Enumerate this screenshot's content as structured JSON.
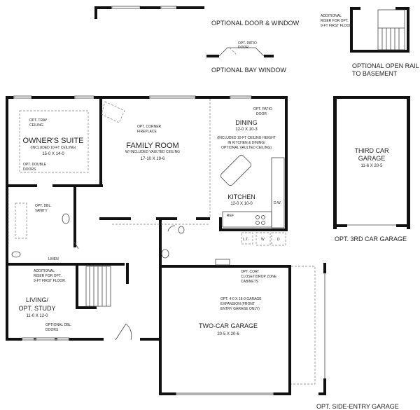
{
  "options": {
    "door_window": "OPTIONAL DOOR & WINDOW",
    "bay_window": "OPTIONAL BAY WINDOW",
    "bay_patio_note": [
      "OPT. PATIO",
      "DOOR"
    ],
    "open_rail": [
      "OPTIONAL OPEN RAIL",
      "TO BASEMENT"
    ],
    "riser_note": [
      "ADDITIONAL",
      "RISER FOR OPT.",
      "9-FT FIRST FLOOR"
    ],
    "third_garage_label": "OPT. 3RD CAR GARAGE",
    "side_entry_label": "OPT. SIDE-ENTRY GARAGE"
  },
  "rooms": {
    "owners_suite": {
      "name": "OWNER'S SUITE",
      "note": "(INCLUDED 10-FT CEILING)",
      "size": "15-0 X 14-0"
    },
    "family_room": {
      "name": "FAMILY ROOM",
      "note": "W/ INCLUDED VAULTED CEILING",
      "size": "17-10 X 19-6"
    },
    "dining": {
      "name": "DINING",
      "size": "12-0 X 10-3",
      "note": [
        "(INCLUDED 10-FT CEILING HEIGHT",
        "IN KITCHEN & DINING/",
        "OPTIONAL VAULTED CEILING)"
      ]
    },
    "kitchen": {
      "name": "KITCHEN",
      "size": "12-0 X 10-0"
    },
    "third_garage": {
      "name": [
        "THIRD CAR",
        "GARAGE"
      ],
      "size": "11-6 X 20-5"
    },
    "living": {
      "name": [
        "LIVING/",
        "OPT. STUDY"
      ],
      "size": "11-0 X 12-0"
    },
    "two_car_garage": {
      "name": "TWO-CAR GARAGE",
      "size": "20-5 X 20-6"
    }
  },
  "notes": {
    "tray_ceiling": [
      "OPT. TRAY",
      "CEILING"
    ],
    "corner_fireplace": [
      "OPT. CORNER",
      "FIREPLACE"
    ],
    "double_doors": [
      "OPT. DOUBLE",
      "DOORS"
    ],
    "dbl_vanity": [
      "OPT. DBL.",
      "VANITY"
    ],
    "patio_door": [
      "OPT. PATIO",
      "DOOR"
    ],
    "linen": "LINEN",
    "riser": [
      "ADDITIONAL",
      "RISER FOR OPT.",
      "9-FT FIRST FLOOR"
    ],
    "optional_dbl_doors": [
      "OPTIONAL DBL.",
      "DOORS"
    ],
    "coat_closet": [
      "OPT. COAT",
      "CLOSET/DROP ZONE",
      "CABINETS"
    ],
    "garage_expansion": [
      "OPT. 4-0 X 18-0 GARAGE",
      "EXPANSION (FRONT",
      "ENTRY GARAGE ONLY)"
    ],
    "ref": "REF",
    "dw": "D.W.",
    "washer": "W",
    "dryer": "D",
    "laundry_tub": "L.T."
  }
}
